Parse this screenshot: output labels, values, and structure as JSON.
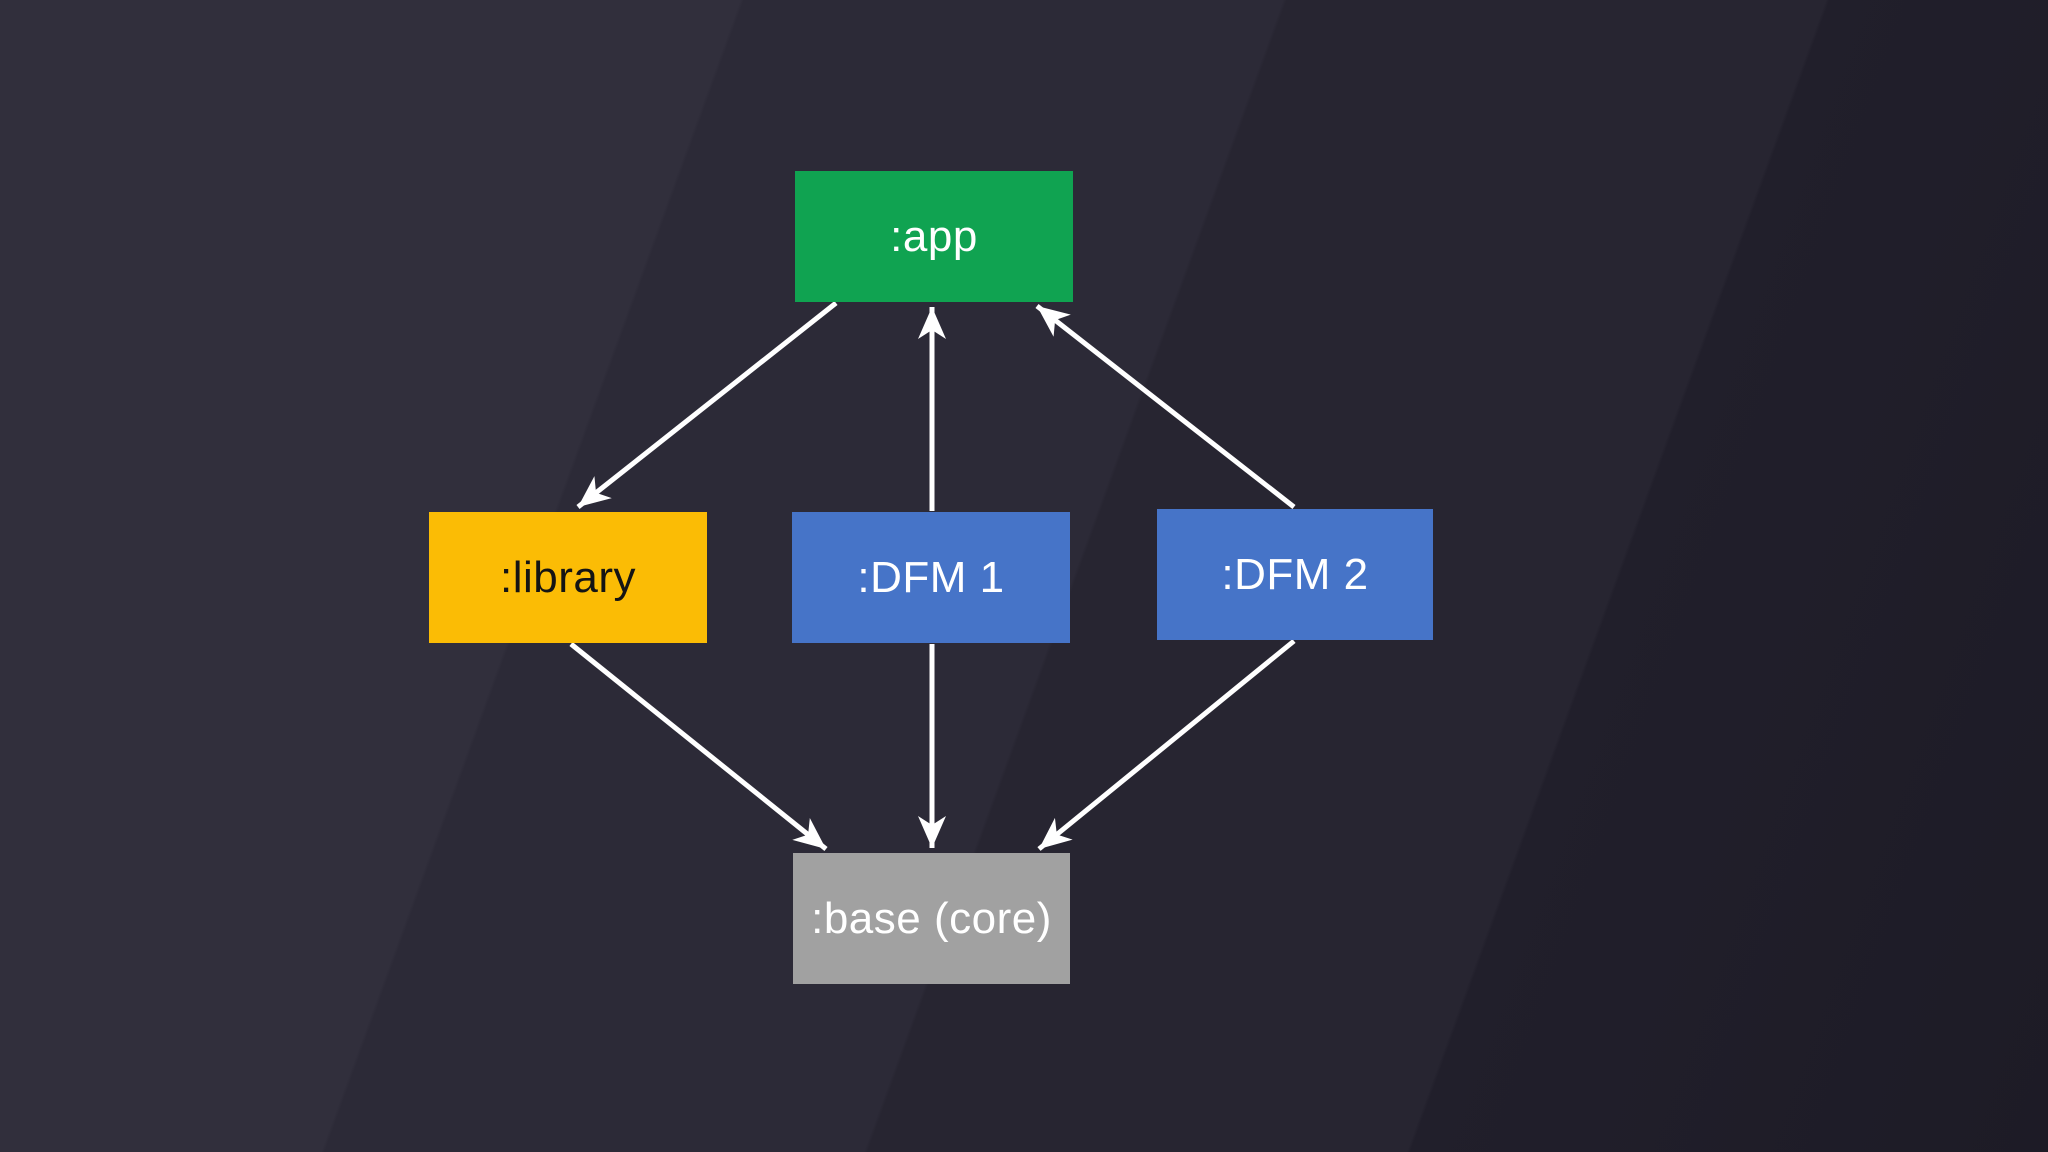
{
  "diagram": {
    "type": "module-dependency-graph",
    "nodes": {
      "app": {
        "label": ":app",
        "color": "#10a351",
        "text_color": "#ffffff"
      },
      "library": {
        "label": ":library",
        "color": "#fbbc05",
        "text_color": "#141414"
      },
      "dfm1": {
        "label": ":DFM 1",
        "color": "#4674c8",
        "text_color": "#ffffff"
      },
      "dfm2": {
        "label": ":DFM 2",
        "color": "#4674c8",
        "text_color": "#ffffff"
      },
      "base": {
        "label": ":base (core)",
        "color": "#a1a1a1",
        "text_color": "#ffffff"
      }
    },
    "edges": [
      {
        "from": ":app",
        "to": ":library"
      },
      {
        "from": ":DFM 1",
        "to": ":app"
      },
      {
        "from": ":DFM 2",
        "to": ":app"
      },
      {
        "from": ":library",
        "to": ":base (core)"
      },
      {
        "from": ":DFM 1",
        "to": ":base (core)"
      },
      {
        "from": ":DFM 2",
        "to": ":base (core)"
      }
    ],
    "colors": {
      "background": "#2b2936",
      "arrow": "#ffffff"
    }
  }
}
